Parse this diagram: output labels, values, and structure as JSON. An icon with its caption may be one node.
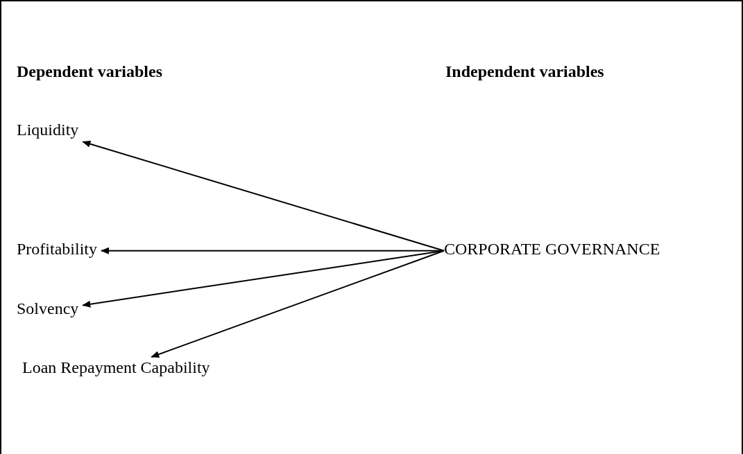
{
  "diagram": {
    "nodes": [
      {
        "text": [
          "Liquidity"
        ]
      },
      {
        "text": [
          "Profitability"
        ]
      },
      {
        "text": [
          "Solvency"
        ]
      },
      {
        "text": [
          "Loan Repayment Capability"
        ]
      },
      {
        "text": [
          "CORPORATE GOVERNANCE"
        ]
      }
    ],
    "edges": [
      {
        "from": 4,
        "to": 0,
        "arrow": "to"
      },
      {
        "from": 4,
        "to": 1,
        "arrow": "to"
      },
      {
        "from": 4,
        "to": 2,
        "arrow": "to"
      },
      {
        "from": 4,
        "to": 3,
        "arrow": "to"
      }
    ],
    "labels": [
      "Dependent variables",
      "Independent variables"
    ]
  }
}
